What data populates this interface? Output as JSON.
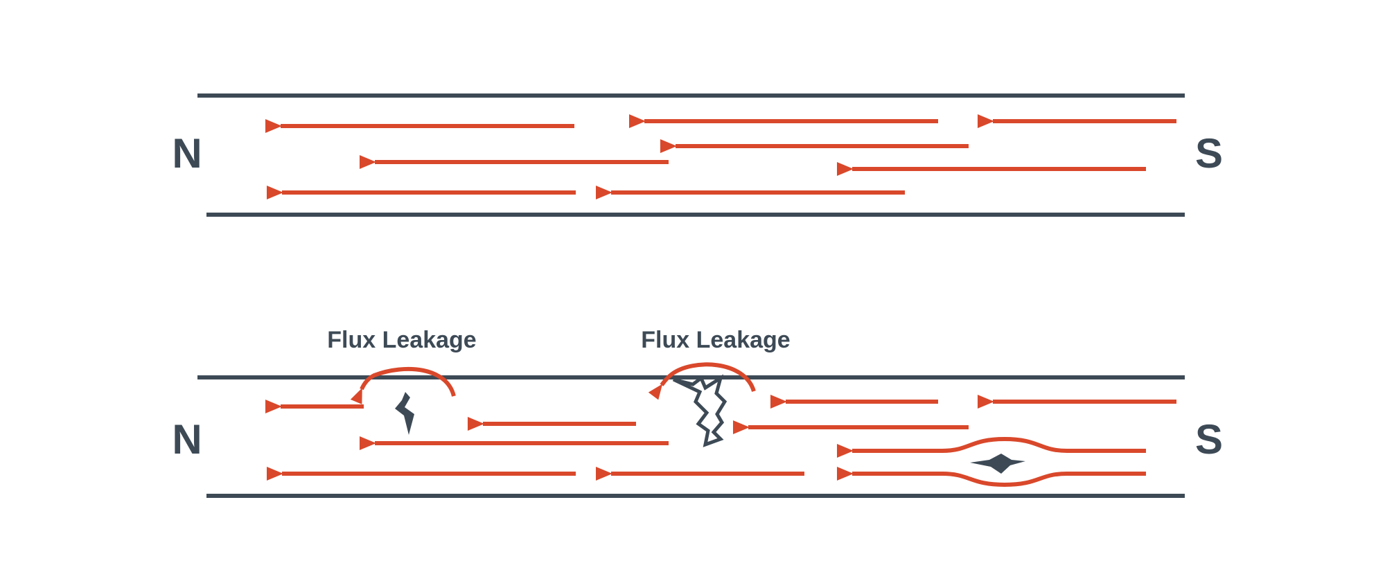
{
  "colors": {
    "background": "#ffffff",
    "flux_line": "#d9482b",
    "pipe_wall": "#3d4a56",
    "label": "#3d4a56",
    "defect": "#3d4a56"
  },
  "panels": [
    {
      "name": "no-defect",
      "left_pole": "N",
      "right_pole": "S",
      "flux_labels": [],
      "defects": []
    },
    {
      "name": "with-defects",
      "left_pole": "N",
      "right_pole": "S",
      "flux_labels": [
        "Flux Leakage",
        "Flux Leakage"
      ],
      "defects": [
        "small-crack-icon",
        "large-crack-icon",
        "internal-void-icon"
      ]
    }
  ]
}
